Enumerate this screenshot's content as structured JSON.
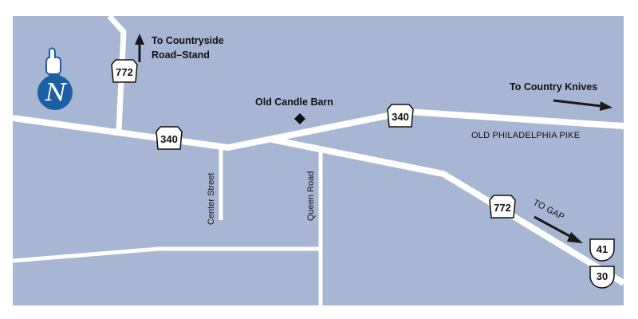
{
  "map": {
    "destinations": {
      "countryside": {
        "line1": "To Countryside",
        "line2": "Road–Stand"
      },
      "country_knives": "To Country Knives",
      "gap": "TO GAP"
    },
    "landmark": {
      "name": "Old Candle Barn",
      "icon": "diamond-marker-icon"
    },
    "roads": {
      "old_philadelphia_pike": "OLD PHILADELPHIA PIKE",
      "center_street": "Center Street",
      "queen_road": "Queen Road"
    },
    "shields": {
      "pa772_north": "772",
      "pa340_west": "340",
      "pa340_east": "340",
      "pa772_south": "772",
      "us41": "41",
      "us30": "30"
    },
    "logo": {
      "letter": "N",
      "icon": "hand-pointer-logo-icon"
    },
    "colors": {
      "background": "#a7b6d2",
      "road": "#ffffff",
      "text": "#111111",
      "logo_blue": "#1d5fa3",
      "arrow": "#1a1a1a"
    }
  }
}
